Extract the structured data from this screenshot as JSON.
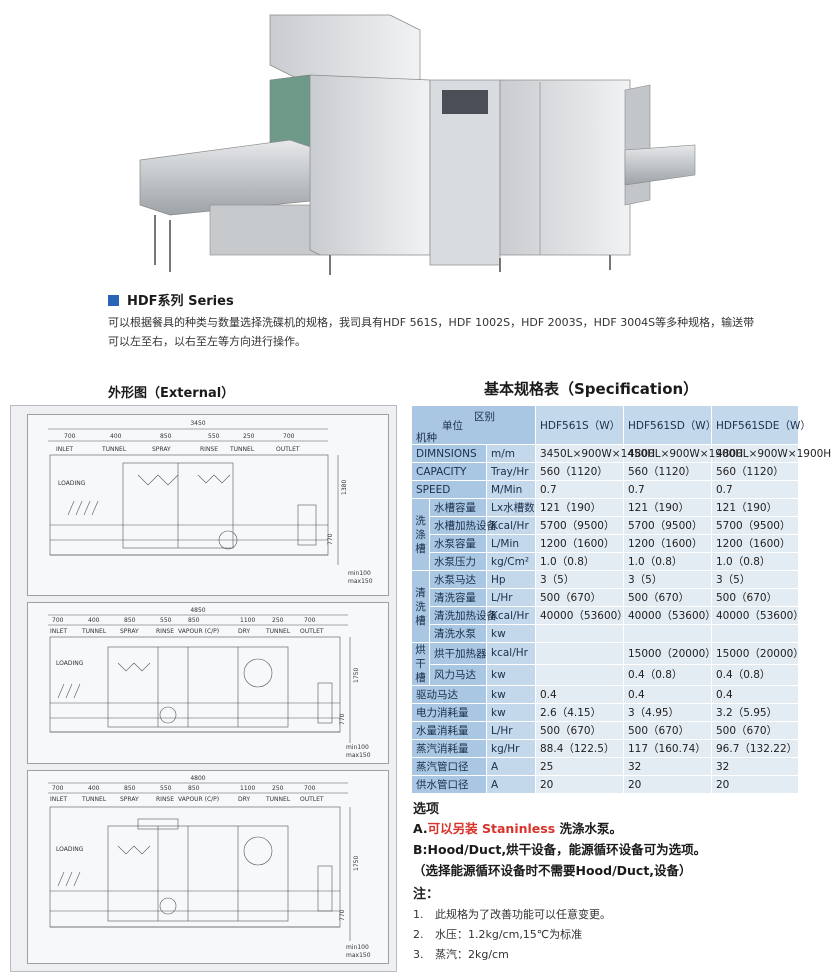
{
  "series": {
    "title": "HDF系列 Series",
    "description_line1": "可以根据餐具的种类与数量选择洗碟机的规格，我司具有HDF 561S，HDF 1002S，HDF 2003S，HDF 3004S等多种规格，输送带",
    "description_line2": "可以左至右，以右至左等方向进行操作。"
  },
  "external": {
    "title": "外形图（External）",
    "drawing1": {
      "total": "3450",
      "dims": [
        "700",
        "400",
        "850",
        "550",
        "250",
        "700"
      ],
      "sections": [
        "INLET",
        "TUNNEL",
        "SPRAY",
        "RINSE",
        "TUNNEL",
        "OUTLET"
      ],
      "loading": "LOADING",
      "height1": "1380",
      "height2": "770",
      "min": "min100",
      "max": "max150"
    },
    "drawing2": {
      "total": "4850",
      "dims": [
        "700",
        "400",
        "850",
        "550",
        "850",
        "1100",
        "250",
        "700"
      ],
      "sections": [
        "INLET",
        "TUNNEL",
        "SPRAY",
        "RINSE",
        "VAPOUR (C/P)",
        "DRY",
        "TUNNEL",
        "OUTLET"
      ],
      "loading": "LOADING",
      "height1": "1750",
      "height2": "770",
      "min": "min100",
      "max": "max150"
    },
    "drawing3": {
      "total": "4800",
      "dims": [
        "700",
        "400",
        "850",
        "550",
        "850",
        "1100",
        "250",
        "700"
      ],
      "sections": [
        "INLET",
        "TUNNEL",
        "SPRAY",
        "RINSE",
        "VAPOUR (C/P)",
        "DRY",
        "TUNNEL",
        "OUTLET"
      ],
      "loading": "LOADING",
      "height1": "1750",
      "height2": "770",
      "min": "min100",
      "max": "max150"
    }
  },
  "spec": {
    "title": "基本规格表（Specification）",
    "header": {
      "quyu": "区别",
      "danwei": "单位",
      "jizhong": "机种",
      "models": [
        "HDF561S（W）",
        "HDF561SD（W）",
        "HDF561SDE（W）"
      ]
    },
    "groups": {
      "wash": "洗涤槽",
      "rinse": "清洗槽",
      "dry": "烘干槽"
    },
    "rows": [
      {
        "label": "DIMNSIONS",
        "unit": "m/m",
        "v": [
          "3450L×900W×1450H",
          "4800L×900W×1900H",
          "4800L×900W×1900H"
        ]
      },
      {
        "label": "CAPACITY",
        "unit": "Tray/Hr",
        "v": [
          "560（1120）",
          "560（1120）",
          "560（1120）"
        ]
      },
      {
        "label": "SPEED",
        "unit": "M/Min",
        "v": [
          "0.7",
          "0.7",
          "0.7"
        ]
      },
      {
        "label": "水槽容量",
        "unit": "Lx水槽数",
        "v": [
          "121（190）",
          "121（190）",
          "121（190）"
        ]
      },
      {
        "label": "水槽加热设备",
        "unit": "Kcal/Hr",
        "v": [
          "5700（9500）",
          "5700（9500）",
          "5700（9500）"
        ]
      },
      {
        "label": "水泵容量",
        "unit": "L/Min",
        "v": [
          "1200（1600）",
          "1200（1600）",
          "1200（1600）"
        ]
      },
      {
        "label": "水泵压力",
        "unit": "kg/Cm²",
        "v": [
          "1.0（0.8）",
          "1.0（0.8）",
          "1.0（0.8）"
        ]
      },
      {
        "label": "水泵马达",
        "unit": "Hp",
        "v": [
          "3（5）",
          "3（5）",
          "3（5）"
        ]
      },
      {
        "label": "清洗容量",
        "unit": "L/Hr",
        "v": [
          "500（670）",
          "500（670）",
          "500（670）"
        ]
      },
      {
        "label": "清洗加热设备",
        "unit": "Kcal/Hr",
        "v": [
          "40000（53600）",
          "40000（53600）",
          "40000（53600）"
        ]
      },
      {
        "label": "清洗水泵",
        "unit": "kw",
        "v": [
          "",
          "",
          ""
        ]
      },
      {
        "label": "烘干加热器",
        "unit": "kcal/Hr",
        "v": [
          "",
          "15000（20000）",
          "15000（20000）"
        ]
      },
      {
        "label": "风力马达",
        "unit": "kw",
        "v": [
          "",
          "0.4（0.8）",
          "0.4（0.8）"
        ]
      },
      {
        "label": "驱动马达",
        "unit": "kw",
        "v": [
          "0.4",
          "0.4",
          "0.4"
        ]
      },
      {
        "label": "电力消耗量",
        "unit": "kw",
        "v": [
          "2.6（4.15）",
          "3（4.95）",
          "3.2（5.95）"
        ]
      },
      {
        "label": "水量消耗量",
        "unit": "L/Hr",
        "v": [
          "500（670）",
          "500（670）",
          "500（670）"
        ]
      },
      {
        "label": "蒸汽消耗量",
        "unit": "kg/Hr",
        "v": [
          "88.4（122.5）",
          "117（160.74）",
          "96.7（132.22）"
        ]
      },
      {
        "label": "蒸汽管口径",
        "unit": "A",
        "v": [
          "25",
          "32",
          "32"
        ]
      },
      {
        "label": "供水管口径",
        "unit": "A",
        "v": [
          "20",
          "20",
          "20"
        ]
      }
    ]
  },
  "options": {
    "title": "选项",
    "a_prefix": "A.",
    "a_red": "可以另装 Staninless",
    "a_rest": " 洗涤水泵。",
    "b": "B:Hood/Duct,烘干设备，能源循环设备可为选项。",
    "c": "（选择能源循环设备时不需要Hood/Duct,设备）"
  },
  "notes": {
    "title": "注：",
    "items": [
      {
        "num": "1.",
        "text": "此规格为了改善功能可以任意变更。"
      },
      {
        "num": "2.",
        "text": "水压：1.2kg/cm,15℃为标准"
      },
      {
        "num": "3.",
        "text": "蒸汽：2kg/cm"
      }
    ]
  }
}
